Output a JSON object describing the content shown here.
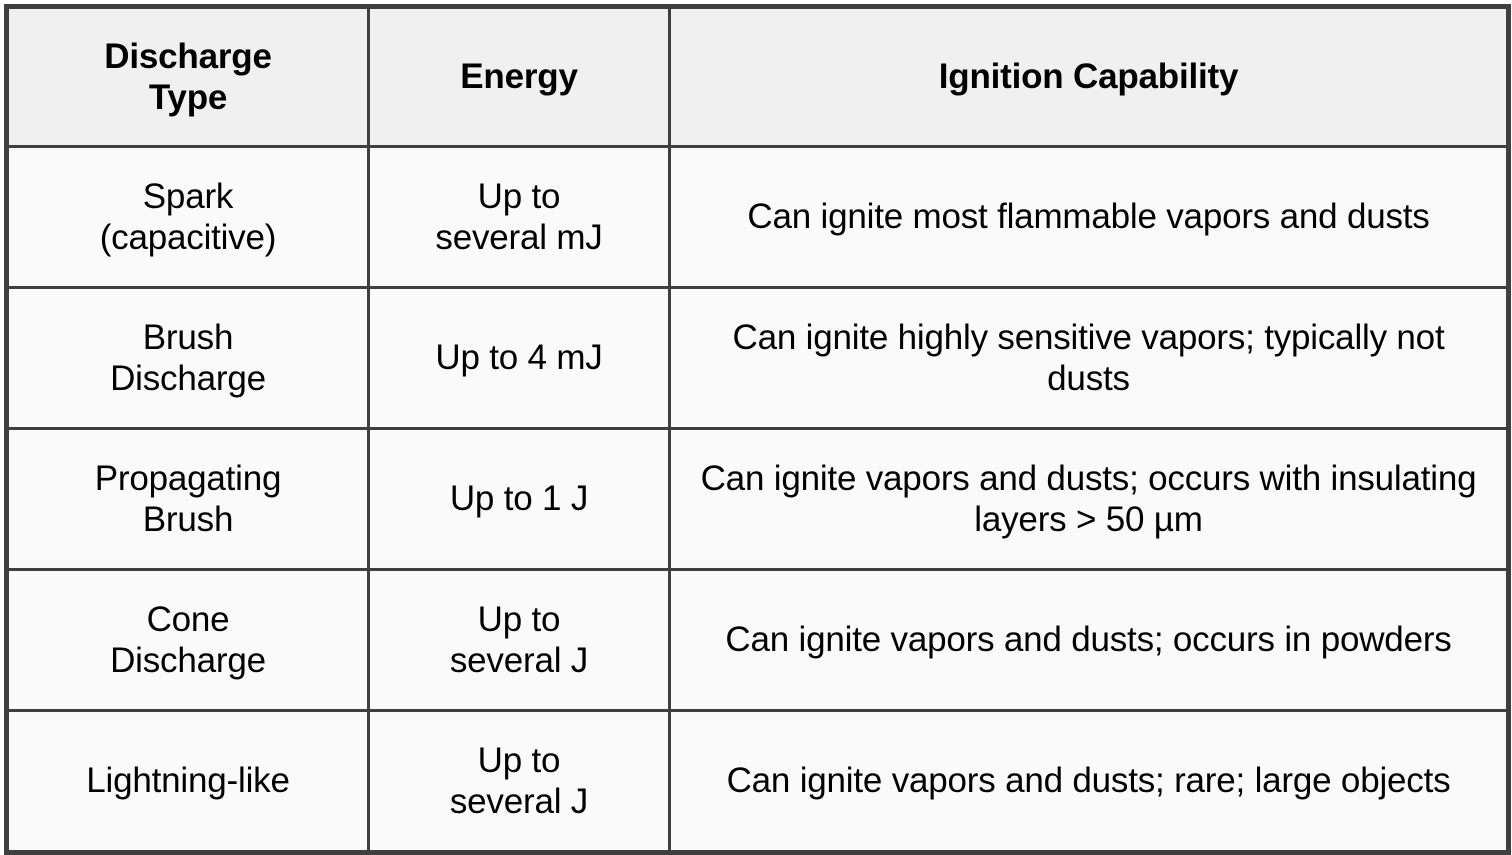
{
  "table": {
    "columns": [
      {
        "key": "type",
        "header": "Discharge\nType"
      },
      {
        "key": "energy",
        "header": "Energy"
      },
      {
        "key": "capability",
        "header": "Ignition Capability"
      }
    ],
    "rows": [
      {
        "type": "Spark\n(capacitive)",
        "energy": "Up to\nseveral mJ",
        "capability": "Can ignite most flammable vapors and dusts"
      },
      {
        "type": "Brush\nDischarge",
        "energy": "Up to 4 mJ",
        "capability": "Can ignite highly sensitive vapors; typically not dusts"
      },
      {
        "type": "Propagating\nBrush",
        "energy": "Up to 1 J",
        "capability": "Can ignite vapors and dusts; occurs with insulating layers > 50 µm"
      },
      {
        "type": "Cone\nDischarge",
        "energy": "Up to\nseveral J",
        "capability": "Can ignite vapors and dusts; occurs in powders"
      },
      {
        "type": "Lightning-like",
        "energy": "Up to\nseveral J",
        "capability": "Can ignite vapors and dusts; rare; large objects"
      }
    ]
  },
  "colors": {
    "border": "#3f3f3f",
    "header_background": "#f0f0f0",
    "cell_background": "#fafafa",
    "text": "#000000",
    "page_background": "#ffffff"
  }
}
